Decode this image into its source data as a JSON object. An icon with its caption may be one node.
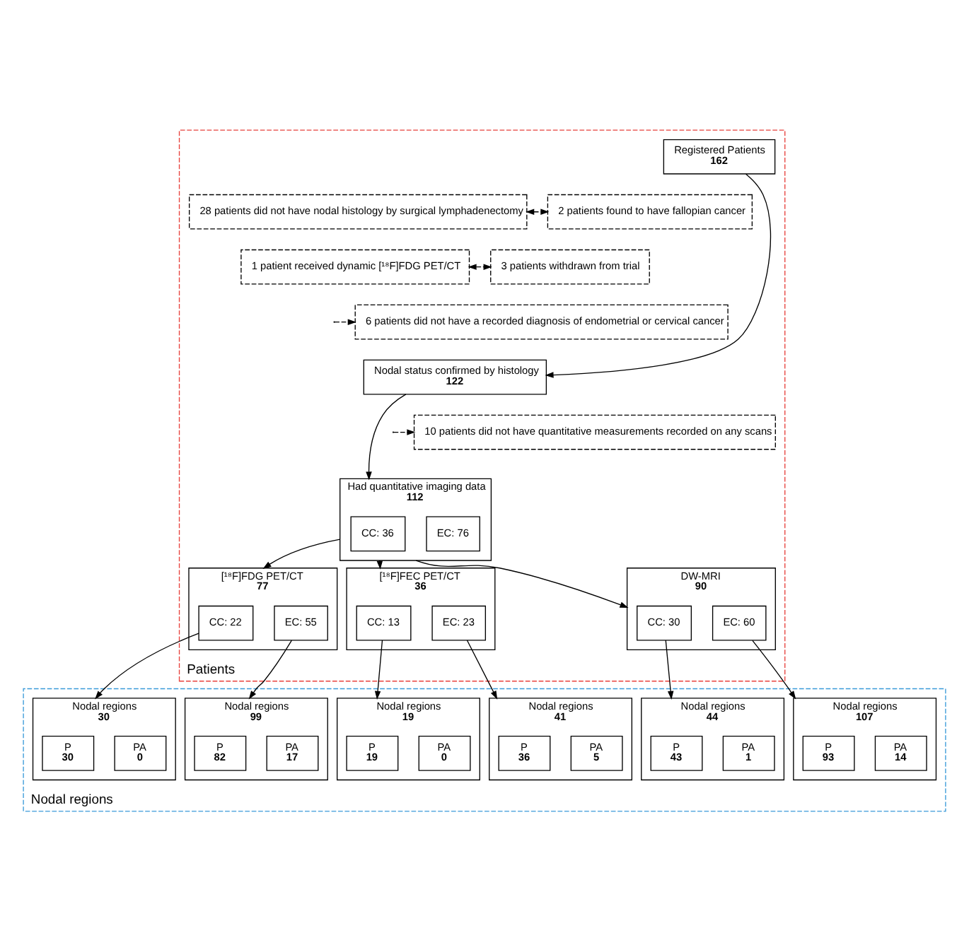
{
  "diagram": {
    "nodes": [
      {
        "text": [
          "Patients"
        ]
      },
      {
        "text": [
          "Nodal regions"
        ]
      },
      {
        "text": [
          "Registered Patients",
          "162"
        ],
        "in": 0
      },
      {
        "text": [
          "28 patients did not have nodal histology by surgical lymphadenectomy"
        ],
        "in": 0
      },
      {
        "text": [
          "2 patients found to have fallopian cancer"
        ],
        "in": 0
      },
      {
        "text": [
          "1 patient received dynamic [¹⁸F]FDG PET/CT"
        ],
        "in": 0
      },
      {
        "text": [
          "3 patients withdrawn from trial"
        ],
        "in": 0
      },
      {
        "text": [
          "6 patients did not have a recorded diagnosis of endometrial or cervical cancer"
        ],
        "in": 0
      },
      {
        "text": [
          "Nodal status confirmed by histology",
          "122"
        ],
        "in": 0
      },
      {
        "text": [
          "10 patients did not have quantitative measurements recorded on any scans"
        ],
        "in": 0
      },
      {
        "text": [
          "Had quantitative imaging data",
          "112"
        ],
        "in": 0
      },
      {
        "text": [
          "CC: 36"
        ],
        "in": 10
      },
      {
        "text": [
          "EC: 76"
        ],
        "in": 10
      },
      {
        "text": [
          "[¹⁸F]FDG PET/CT",
          "77"
        ],
        "in": 0
      },
      {
        "text": [
          "CC: 22"
        ],
        "in": 13
      },
      {
        "text": [
          "EC: 55"
        ],
        "in": 13
      },
      {
        "text": [
          "[¹⁸F]FEC PET/CT",
          "36"
        ],
        "in": 0
      },
      {
        "text": [
          "CC: 13"
        ],
        "in": 16
      },
      {
        "text": [
          "EC: 23"
        ],
        "in": 16
      },
      {
        "text": [
          "DW-MRI",
          "90"
        ],
        "in": 0
      },
      {
        "text": [
          "CC: 30"
        ],
        "in": 19
      },
      {
        "text": [
          "EC: 60"
        ],
        "in": 19
      },
      {
        "text": [
          "Nodal regions",
          "30"
        ],
        "in": 1
      },
      {
        "text": [
          "P",
          "30"
        ],
        "in": 22
      },
      {
        "text": [
          "PA",
          "0"
        ],
        "in": 22
      },
      {
        "text": [
          "Nodal regions",
          "99"
        ],
        "in": 1
      },
      {
        "text": [
          "P",
          "82"
        ],
        "in": 25
      },
      {
        "text": [
          "PA",
          "17"
        ],
        "in": 25
      },
      {
        "text": [
          "Nodal regions",
          "19"
        ],
        "in": 1
      },
      {
        "text": [
          "P",
          "19"
        ],
        "in": 28
      },
      {
        "text": [
          "PA",
          "0"
        ],
        "in": 28
      },
      {
        "text": [
          "Nodal regions",
          "41"
        ],
        "in": 1
      },
      {
        "text": [
          "P",
          "36"
        ],
        "in": 31
      },
      {
        "text": [
          "PA",
          "5"
        ],
        "in": 31
      },
      {
        "text": [
          "Nodal regions",
          "44"
        ],
        "in": 1
      },
      {
        "text": [
          "P",
          "43"
        ],
        "in": 34
      },
      {
        "text": [
          "PA",
          "1"
        ],
        "in": 34
      },
      {
        "text": [
          "Nodal regions",
          "107"
        ],
        "in": 1
      },
      {
        "text": [
          "P",
          "93"
        ],
        "in": 37
      },
      {
        "text": [
          "PA",
          "14"
        ],
        "in": 37
      }
    ],
    "edges": [
      {
        "from": 2,
        "to": 8,
        "arrow": "to"
      },
      {
        "from": 3,
        "to": 4,
        "arrow": "both",
        "style": "dashed"
      },
      {
        "from": 5,
        "to": 6,
        "arrow": "both",
        "style": "dashed"
      },
      {
        "from": null,
        "to": 7,
        "arrow": "to",
        "style": "dashed"
      },
      {
        "from": 8,
        "to": 10,
        "arrow": "to"
      },
      {
        "from": null,
        "to": 9,
        "arrow": "to",
        "style": "dashed"
      },
      {
        "from": 10,
        "to": 13,
        "arrow": "to"
      },
      {
        "from": 10,
        "to": 16,
        "arrow": "to"
      },
      {
        "from": 10,
        "to": 19,
        "arrow": "to"
      },
      {
        "from": 14,
        "to": 22,
        "arrow": "to"
      },
      {
        "from": 15,
        "to": 25,
        "arrow": "to"
      },
      {
        "from": 17,
        "to": 28,
        "arrow": "to"
      },
      {
        "from": 18,
        "to": 31,
        "arrow": "to"
      },
      {
        "from": 20,
        "to": 34,
        "arrow": "to"
      },
      {
        "from": 21,
        "to": 37,
        "arrow": "to"
      }
    ]
  }
}
